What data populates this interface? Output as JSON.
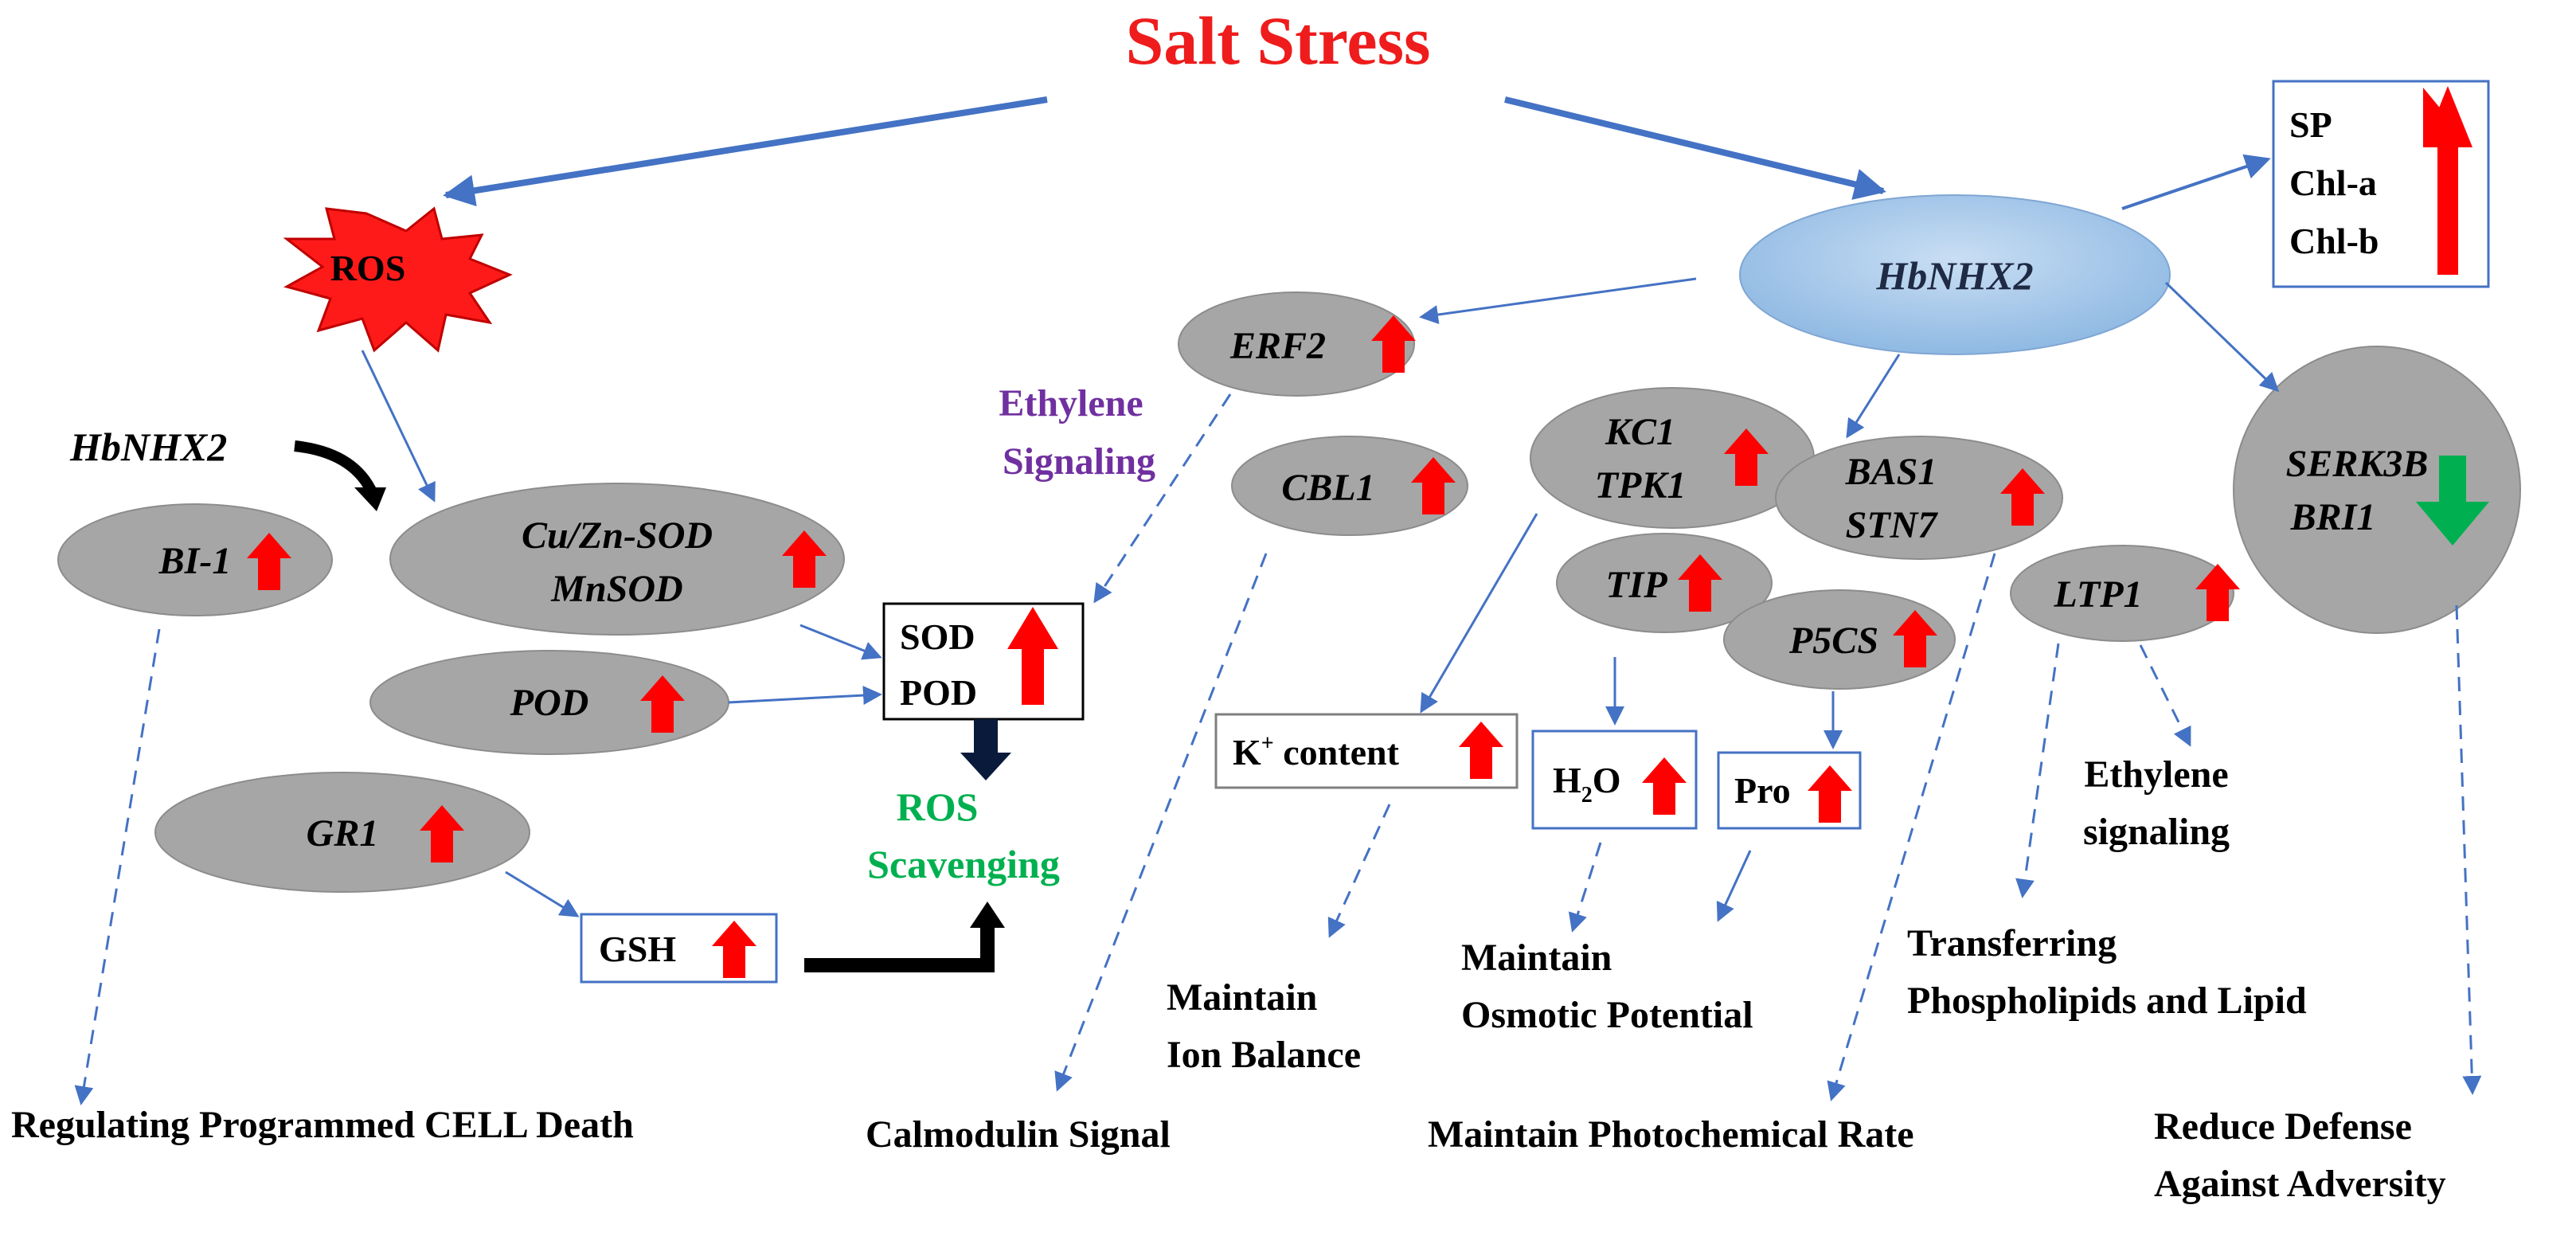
{
  "title": "Salt Stress",
  "colors": {
    "title": "#ee1c1c",
    "arrow_blue": "#4472c4",
    "gray_node": "#a6a6a6",
    "up_arrow": "#ff0000",
    "down_arrow": "#00b050",
    "ethylene_signaling": "#7030a0",
    "ros_scavenging": "#00b050",
    "hbnhx2_fill": "#9dc3e6"
  },
  "nodes": {
    "ros": "ROS",
    "hbnhx2_main": "HbNHX2",
    "hbnhx2_left": "HbNHX2",
    "bi1": "BI-1",
    "sod1": "Cu/Zn-SOD",
    "sod2": "MnSOD",
    "pod": "POD",
    "gr1": "GR1",
    "erf2": "ERF2",
    "cbl1": "CBL1",
    "kc1": "KC1",
    "tpk1": "TPK1",
    "tip": "TIP",
    "p5cs": "P5CS",
    "bas1": "BAS1",
    "stn7": "STN7",
    "ltp1": "LTP1",
    "serk3b": "SERK3B",
    "bri1": "BRI1"
  },
  "boxes": {
    "sp": "SP",
    "chla": "Chl-a",
    "chlb": "Chl-b",
    "sodbox_sod": "SOD",
    "sodbox_pod": "POD",
    "gsh": "GSH",
    "k_prefix": "K",
    "k_sup": "+",
    "k_suffix": " content",
    "h2o_h": "H",
    "h2o_sub": "2",
    "h2o_o": "O",
    "pro": "Pro"
  },
  "labels": {
    "ethylene1": "Ethylene",
    "ethylene2": "Signaling",
    "ros_scav1": "ROS",
    "ros_scav2": "Scavenging",
    "eth_lower1": "Ethylene",
    "eth_lower2": "signaling",
    "transfer1": "Transferring",
    "transfer2": "Phospholipids and Lipid",
    "osmo1": "Maintain",
    "osmo2": "Osmotic Potential",
    "ion1": "Maintain",
    "ion2": "Ion Balance",
    "pcd": "Regulating Programmed CELL Death",
    "calmodulin": "Calmodulin Signal",
    "photochem": "Maintain Photochemical Rate",
    "defense1": "Reduce Defense",
    "defense2": "Against Adversity"
  }
}
